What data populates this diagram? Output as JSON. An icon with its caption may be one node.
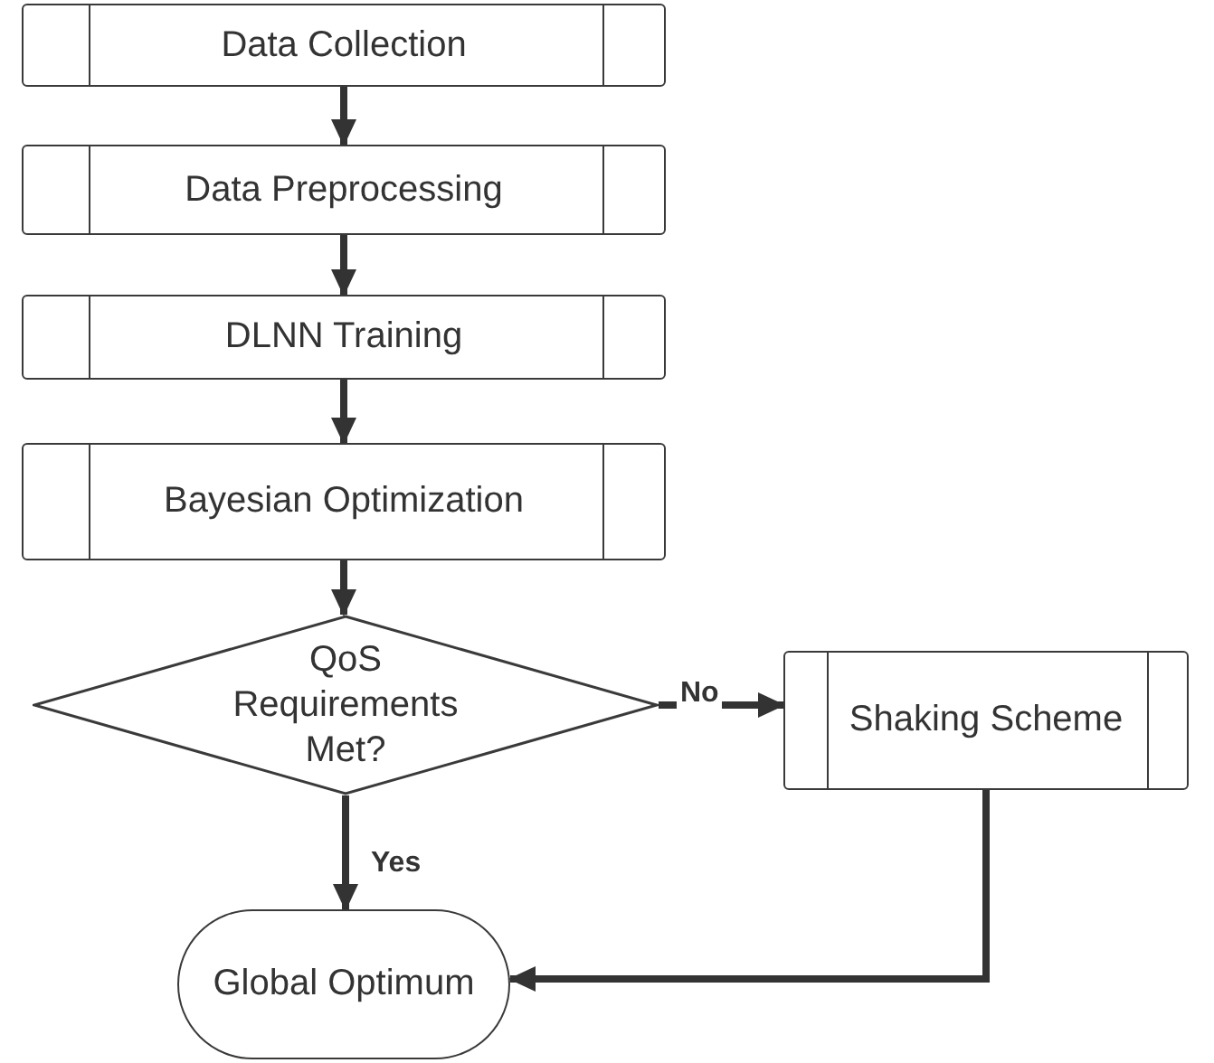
{
  "diagram": {
    "nodes": [
      {
        "text": [
          "Data Collection"
        ]
      },
      {
        "text": [
          "Data Preprocessing"
        ]
      },
      {
        "text": [
          "DLNN Training"
        ]
      },
      {
        "text": [
          "Bayesian Optimization"
        ]
      },
      {
        "text": [
          "QoS Requirements Met?"
        ]
      },
      {
        "text": [
          "Shaking Scheme"
        ]
      },
      {
        "text": [
          "Global Optimum"
        ]
      }
    ],
    "edges": [
      {
        "from": 0,
        "to": 1,
        "arrow": "to"
      },
      {
        "from": 1,
        "to": 2,
        "arrow": "to"
      },
      {
        "from": 2,
        "to": 3,
        "arrow": "to"
      },
      {
        "from": 3,
        "to": 4,
        "arrow": "to"
      },
      {
        "from": 4,
        "to": 5,
        "arrow": "to",
        "label": "No"
      },
      {
        "from": 4,
        "to": 6,
        "arrow": "to",
        "label": "Yes"
      },
      {
        "from": 5,
        "to": 6,
        "arrow": "to"
      }
    ]
  }
}
